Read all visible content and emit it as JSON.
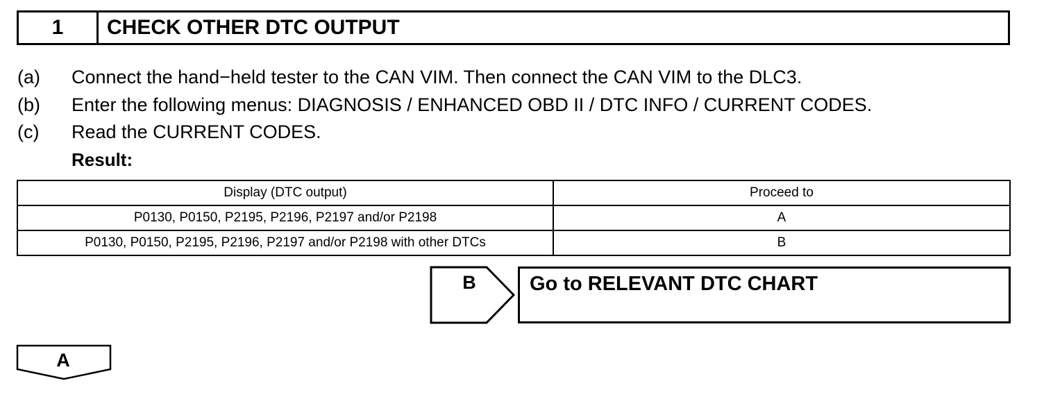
{
  "step": {
    "number": "1",
    "title": "CHECK OTHER DTC OUTPUT"
  },
  "instructions": [
    {
      "label": "(a)",
      "text": "Connect the hand−held tester to the CAN VIM. Then connect the CAN VIM to the DLC3."
    },
    {
      "label": "(b)",
      "text": "Enter the following menus: DIAGNOSIS / ENHANCED OBD II / DTC INFO / CURRENT CODES."
    },
    {
      "label": "(c)",
      "text": "Read the CURRENT CODES."
    }
  ],
  "result_label": "Result:",
  "table": {
    "headers": [
      "Display (DTC output)",
      "Proceed to"
    ],
    "rows": [
      [
        "P0130, P0150, P2195, P2196, P2197 and/or P2198",
        "A"
      ],
      [
        "P0130, P0150, P2195, P2196, P2197 and/or P2198 with other DTCs",
        "B"
      ]
    ]
  },
  "branch_b": {
    "letter": "B",
    "text": "Go to RELEVANT DTC CHART"
  },
  "branch_a": {
    "letter": "A"
  }
}
